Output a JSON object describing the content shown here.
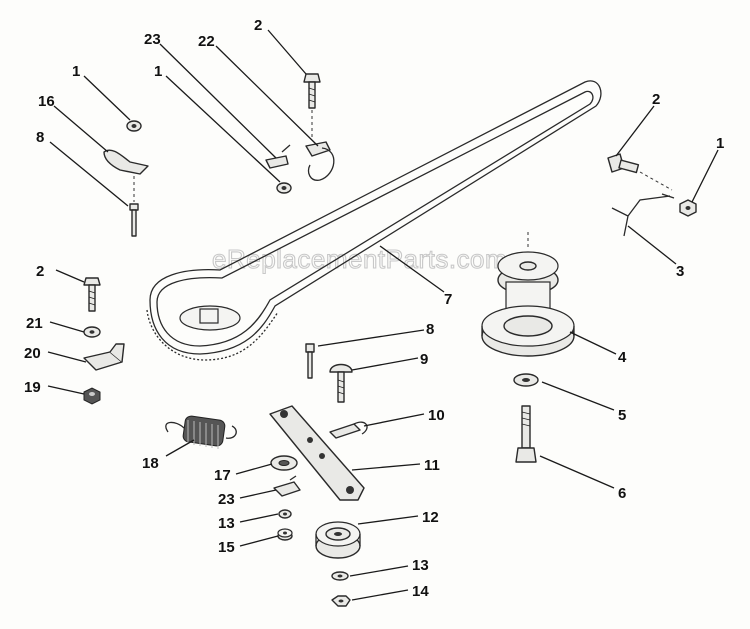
{
  "watermark": "eReplacementParts.com",
  "callouts": {
    "c1a": "1",
    "c1b": "1",
    "c1c": "1",
    "c2a": "2",
    "c2b": "2",
    "c2c": "2",
    "c3": "3",
    "c4": "4",
    "c5": "5",
    "c6": "6",
    "c7": "7",
    "c8a": "8",
    "c8b": "8",
    "c9": "9",
    "c10": "10",
    "c11": "11",
    "c12": "12",
    "c13a": "13",
    "c13b": "13",
    "c14": "14",
    "c15": "15",
    "c16": "16",
    "c17": "17",
    "c18": "18",
    "c19": "19",
    "c20": "20",
    "c21": "21",
    "c22": "22",
    "c23a": "23",
    "c23b": "23"
  }
}
